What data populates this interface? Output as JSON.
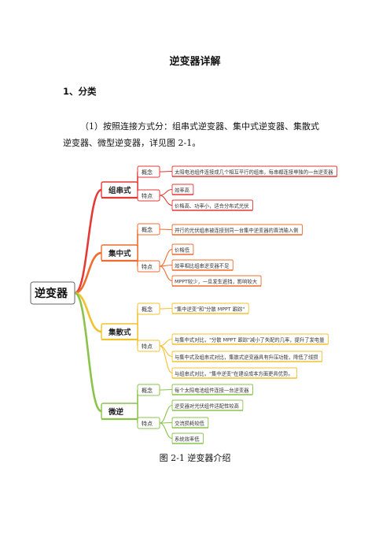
{
  "doc": {
    "title": "逆变器详解",
    "section_heading": "1、分类",
    "paragraph_line1": "（1）按照连接方式分：组串式逆变器、集中式逆变器、集散式",
    "paragraph_line2": "逆变器、微型逆变器，详见图 2-1。",
    "caption": "图 2-1 逆变器介绍"
  },
  "mindmap": {
    "root": "逆变器",
    "branches": [
      {
        "label": "组串式",
        "color": "#e53935",
        "groups": [
          {
            "label": "概念",
            "items": [
              "太阳电池组件连接成几个相互平行的组串，每串都连接单独的一台逆变器"
            ]
          },
          {
            "label": "特点",
            "items": [
              "效率高",
              "价格高、功率小，适合分布式光伏"
            ]
          }
        ]
      },
      {
        "label": "集中式",
        "color": "#ef6c2e",
        "groups": [
          {
            "label": "概念",
            "items": [
              "并行的光伏组串被连接到同一台集中逆变器的直流输入侧"
            ]
          },
          {
            "label": "特点",
            "items": [
              "价格低",
              "效率相比组串逆变器不足",
              "MPPT较少，一旦发生遮挡，影响较大"
            ]
          }
        ]
      },
      {
        "label": "集散式",
        "color": "#f2c12e",
        "groups": [
          {
            "label": "概念",
            "items": [
              "\"集中逆变\"和\"分散 MPPT 跟踪\""
            ]
          },
          {
            "label": "特点",
            "items": [
              "与集中式对比，\"分散 MPPT 跟踪\"减小了失配的几率，提升了发电量",
              "与集中式及组串式对比，集散式逆变器具有升压功能，降低了线损",
              "与组串式对比，\"集中逆变\"在建设成本方面更具优势。"
            ]
          }
        ]
      },
      {
        "label": "微逆",
        "color": "#8bc34a",
        "groups": [
          {
            "label": "概念",
            "items": [
              "每个太阳电池组件连接一台逆变器"
            ]
          },
          {
            "label": "特点",
            "items": [
              "逆变器对光伏组件适配性较高",
              "交流损耗较低",
              "系统效率低"
            ]
          }
        ]
      }
    ]
  }
}
